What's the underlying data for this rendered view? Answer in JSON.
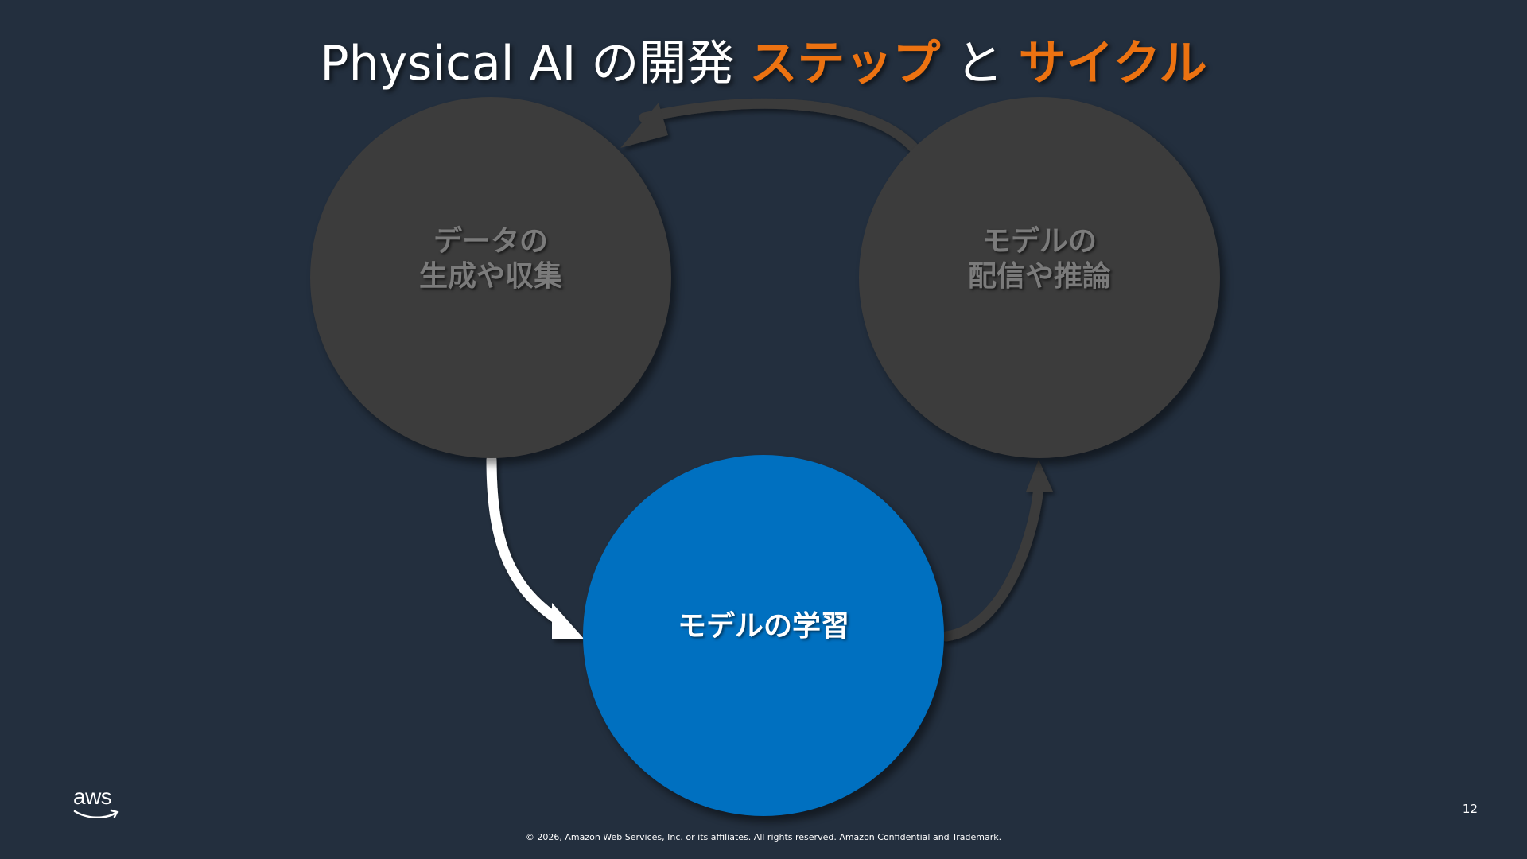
{
  "slide": {
    "title_parts": [
      "Physical AI の開発 ",
      "ステップ",
      " と ",
      "サイクル"
    ],
    "page_number": "12",
    "copyright": "© 2026, Amazon Web Services, Inc. or its affiliates. All rights reserved. Amazon Confidential and Trademark.",
    "logo_text": "aws"
  },
  "diagram": {
    "nodes": [
      {
        "id": "data",
        "label": "データの\n生成や収集",
        "state": "inactive",
        "color": "#3c3c3c"
      },
      {
        "id": "training",
        "label": "モデルの学習",
        "state": "active",
        "color": "#0070c0"
      },
      {
        "id": "inference",
        "label": "モデルの\n配信や推論",
        "state": "inactive",
        "color": "#3c3c3c"
      }
    ],
    "edges": [
      {
        "from": "data",
        "to": "training",
        "state": "active",
        "color": "#ffffff"
      },
      {
        "from": "training",
        "to": "inference",
        "state": "inactive",
        "color": "#3a3a3a"
      },
      {
        "from": "inference",
        "to": "data",
        "state": "inactive",
        "color": "#3a3a3a"
      }
    ]
  },
  "colors": {
    "background": "#232f3e",
    "accent": "#ec7211",
    "text": "#ffffff",
    "inactive_label": "#7b7b7b"
  }
}
